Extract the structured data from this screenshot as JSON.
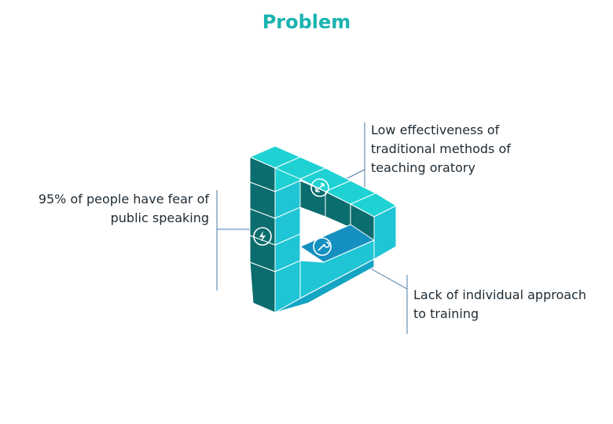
{
  "title": "Problem",
  "colors": {
    "title": "#1ab3b0",
    "cube_top": "#1ed2d3",
    "cube_dark": "#0b6d6e",
    "cube_mid": "#14a5c4",
    "cube_light": "#1fc5d5",
    "cube_blue": "#1590c0",
    "leader_line": "#4a7ca8"
  },
  "callouts": [
    {
      "id": "fear",
      "lines": [
        "95% of people have fear of",
        "public speaking"
      ],
      "icon": "lightning-icon"
    },
    {
      "id": "methods",
      "lines": [
        "Low effectiveness of",
        "traditional methods of",
        "teaching oratory"
      ],
      "icon": "rocket-icon"
    },
    {
      "id": "approach",
      "lines": [
        "Lack of individual approach",
        "to training"
      ],
      "icon": "wrench-icon"
    }
  ]
}
